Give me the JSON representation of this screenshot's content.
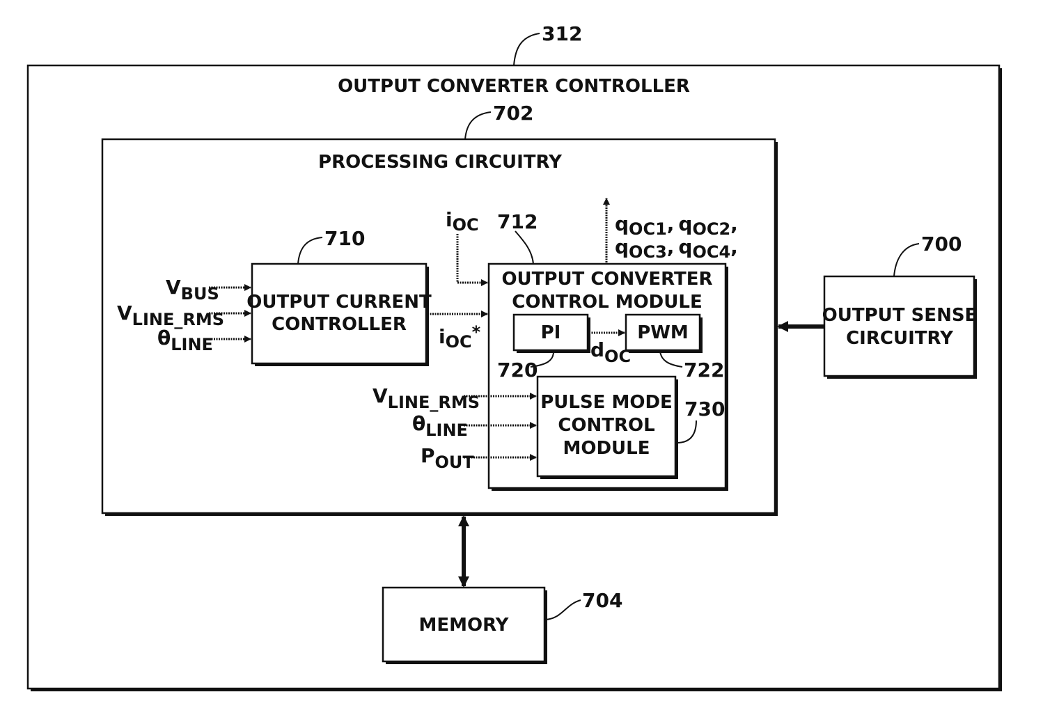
{
  "outer": {
    "ref": "312",
    "title": "OUTPUT CONVERTER CONTROLLER"
  },
  "processing": {
    "ref": "702",
    "title": "PROCESSING CIRCUITRY"
  },
  "occ": {
    "ref": "710",
    "line1": "OUTPUT CURRENT",
    "line2": "CONTROLLER"
  },
  "ocm": {
    "ref": "712",
    "line1": "OUTPUT CONVERTER",
    "line2": "CONTROL MODULE"
  },
  "pi": {
    "ref": "720",
    "label": "PI"
  },
  "pwm": {
    "ref": "722",
    "label": "PWM"
  },
  "pmc": {
    "ref": "730",
    "line1": "PULSE MODE",
    "line2": "CONTROL",
    "line3": "MODULE"
  },
  "sense": {
    "ref": "700",
    "line1": "OUTPUT SENSE",
    "line2": "CIRCUITRY"
  },
  "memory": {
    "ref": "704",
    "label": "MEMORY"
  },
  "signals": {
    "vbus": {
      "main": "V",
      "sub": "BUS"
    },
    "vline_rms": {
      "main": "V",
      "sub": "LINE_RMS"
    },
    "theta_line": {
      "main": "θ",
      "sub": "LINE"
    },
    "ioc": {
      "main": "i",
      "sub": "OC"
    },
    "ioc_star": {
      "main": "i",
      "sub": "OC",
      "sup": "*"
    },
    "doc": {
      "main": "d",
      "sub": "OC"
    },
    "vline_rms2": {
      "main": "V",
      "sub": "LINE_RMS"
    },
    "theta_line2": {
      "main": "θ",
      "sub": "LINE"
    },
    "pout": {
      "main": "P",
      "sub": "OUT"
    },
    "q_line1": {
      "q": "q",
      "s1": "OC1",
      "c1": ",",
      "s2": "OC2",
      "c2": ","
    },
    "q_line2": {
      "q": "q",
      "s1": "OC3",
      "c1": ",",
      "s2": "OC4",
      "c2": ","
    }
  }
}
